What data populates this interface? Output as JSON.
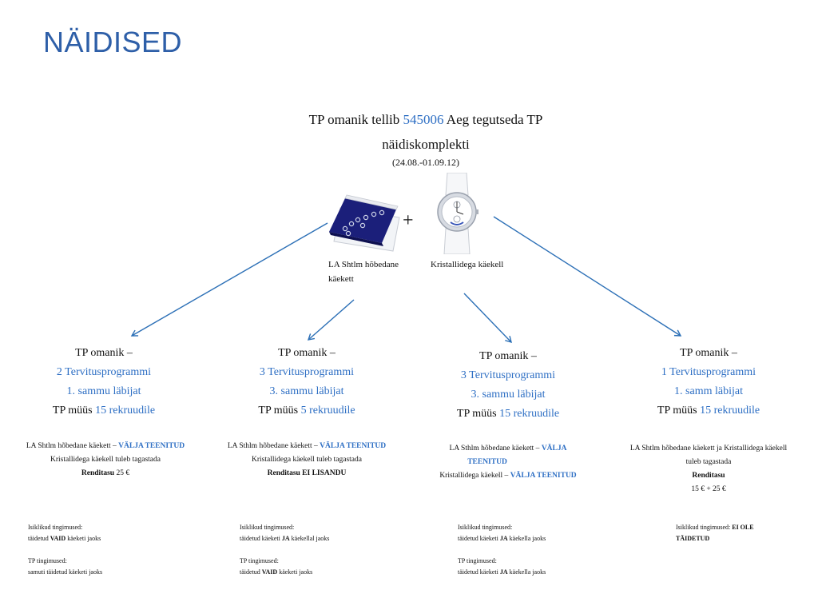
{
  "title": "NÄIDISED",
  "intro": {
    "line1_pre": "TP omanik tellib ",
    "line1_code": "545006",
    "line1_post": " Aeg tegutseda TP",
    "line2": "näidiskomplekti",
    "dates": "(24.08.-01.09.12)"
  },
  "products": {
    "plus": "+",
    "item1_line1": "LA Shtlm hõbedane",
    "item1_line2": "käekett",
    "item2": "Kristallidega käekell"
  },
  "columns": [
    {
      "h1": "TP omanik –",
      "h2": "2 Tervitusprogrammi",
      "h3": "1. sammu läbijat",
      "h4_pre": "TP müüs ",
      "h4_hl": "15 rekruudile",
      "d1_pre": "LA Shtlm hõbedane käekett – ",
      "d1_hl": "VÄLJA TEENITUD",
      "d2": "Kristallidega käekell tuleb tagastada",
      "d3_bold": "Renditasu",
      "d3_rest": " 25 €",
      "p_label": "Isiklikud tingimused:",
      "p_pre": "täidetud ",
      "p_bold": "VAID",
      "p_post": " käeketi jaoks",
      "t_label": "TP tingimused:",
      "t_pre": "samuti täidetud käeketi jaoks",
      "t_bold": "",
      "t_post": ""
    },
    {
      "h1": "TP omanik –",
      "h2": "3 Tervitusprogrammi",
      "h3": "3. sammu läbijat",
      "h4_pre": "TP müüs ",
      "h4_hl": "5 rekruudile",
      "d1_pre": "LA Sthlm hõbedane käekett – ",
      "d1_hl": "VÄLJA TEENITUD",
      "d2": "Kristallidega käekell tuleb tagastada",
      "d3_bold": "Renditasu EI LISANDU",
      "d3_rest": "",
      "p_label": "Isiklikud tingimused:",
      "p_pre": "täidetud käeketi  ",
      "p_bold": "JA",
      "p_post": " käekellal jaoks",
      "t_label": "TP tingimused:",
      "t_pre": "täidetud ",
      "t_bold": "VAID",
      "t_post": " käeketi jaoks"
    },
    {
      "h1": "TP omanik –",
      "h2": "3 Tervitusprogrammi",
      "h3": "3. sammu läbijat",
      "h4_pre": "TP müüs ",
      "h4_hl": "15 rekruudile",
      "d1_pre": "LA Sthlm hõbedane käekett – ",
      "d1_hl_a": "VÄLJA",
      "d1_hl_b": "TEENITUD",
      "d2_pre": "Kristallidega käekell – ",
      "d2_hl": "VÄLJA TEENITUD",
      "p_label": "Isiklikud tingimused:",
      "p_pre": "täidetud käeketi ",
      "p_bold": "JA",
      "p_post": " käekella jaoks",
      "t_label": "TP tingimused:",
      "t_pre": "täidetud käeketi ",
      "t_bold": "JA",
      "t_post": " käekella jaoks"
    },
    {
      "h1": "TP omanik –",
      "h2": "1 Tervitusprogrammi",
      "h3": "1. samm läbijat",
      "h4_pre": "TP müüs ",
      "h4_hl": "15 rekruudile",
      "d1": "LA Shtlm hõbedane käekett ja Kristallidega käekell",
      "d2": "tuleb tagastada",
      "d3_bold": "Renditasu",
      "d4": "15 € + 25 €",
      "p_label": "Isiklikud tingimused: ",
      "p_bold_a": "EI OLE",
      "p_bold_b": "TÄIDETUD"
    }
  ],
  "colors": {
    "title": "#2e5fa8",
    "highlight": "#2e6fc4",
    "arrow": "#2b6fb6"
  },
  "icons": [
    "bracelet-box-image",
    "wristwatch-image",
    "arrow-icon"
  ]
}
